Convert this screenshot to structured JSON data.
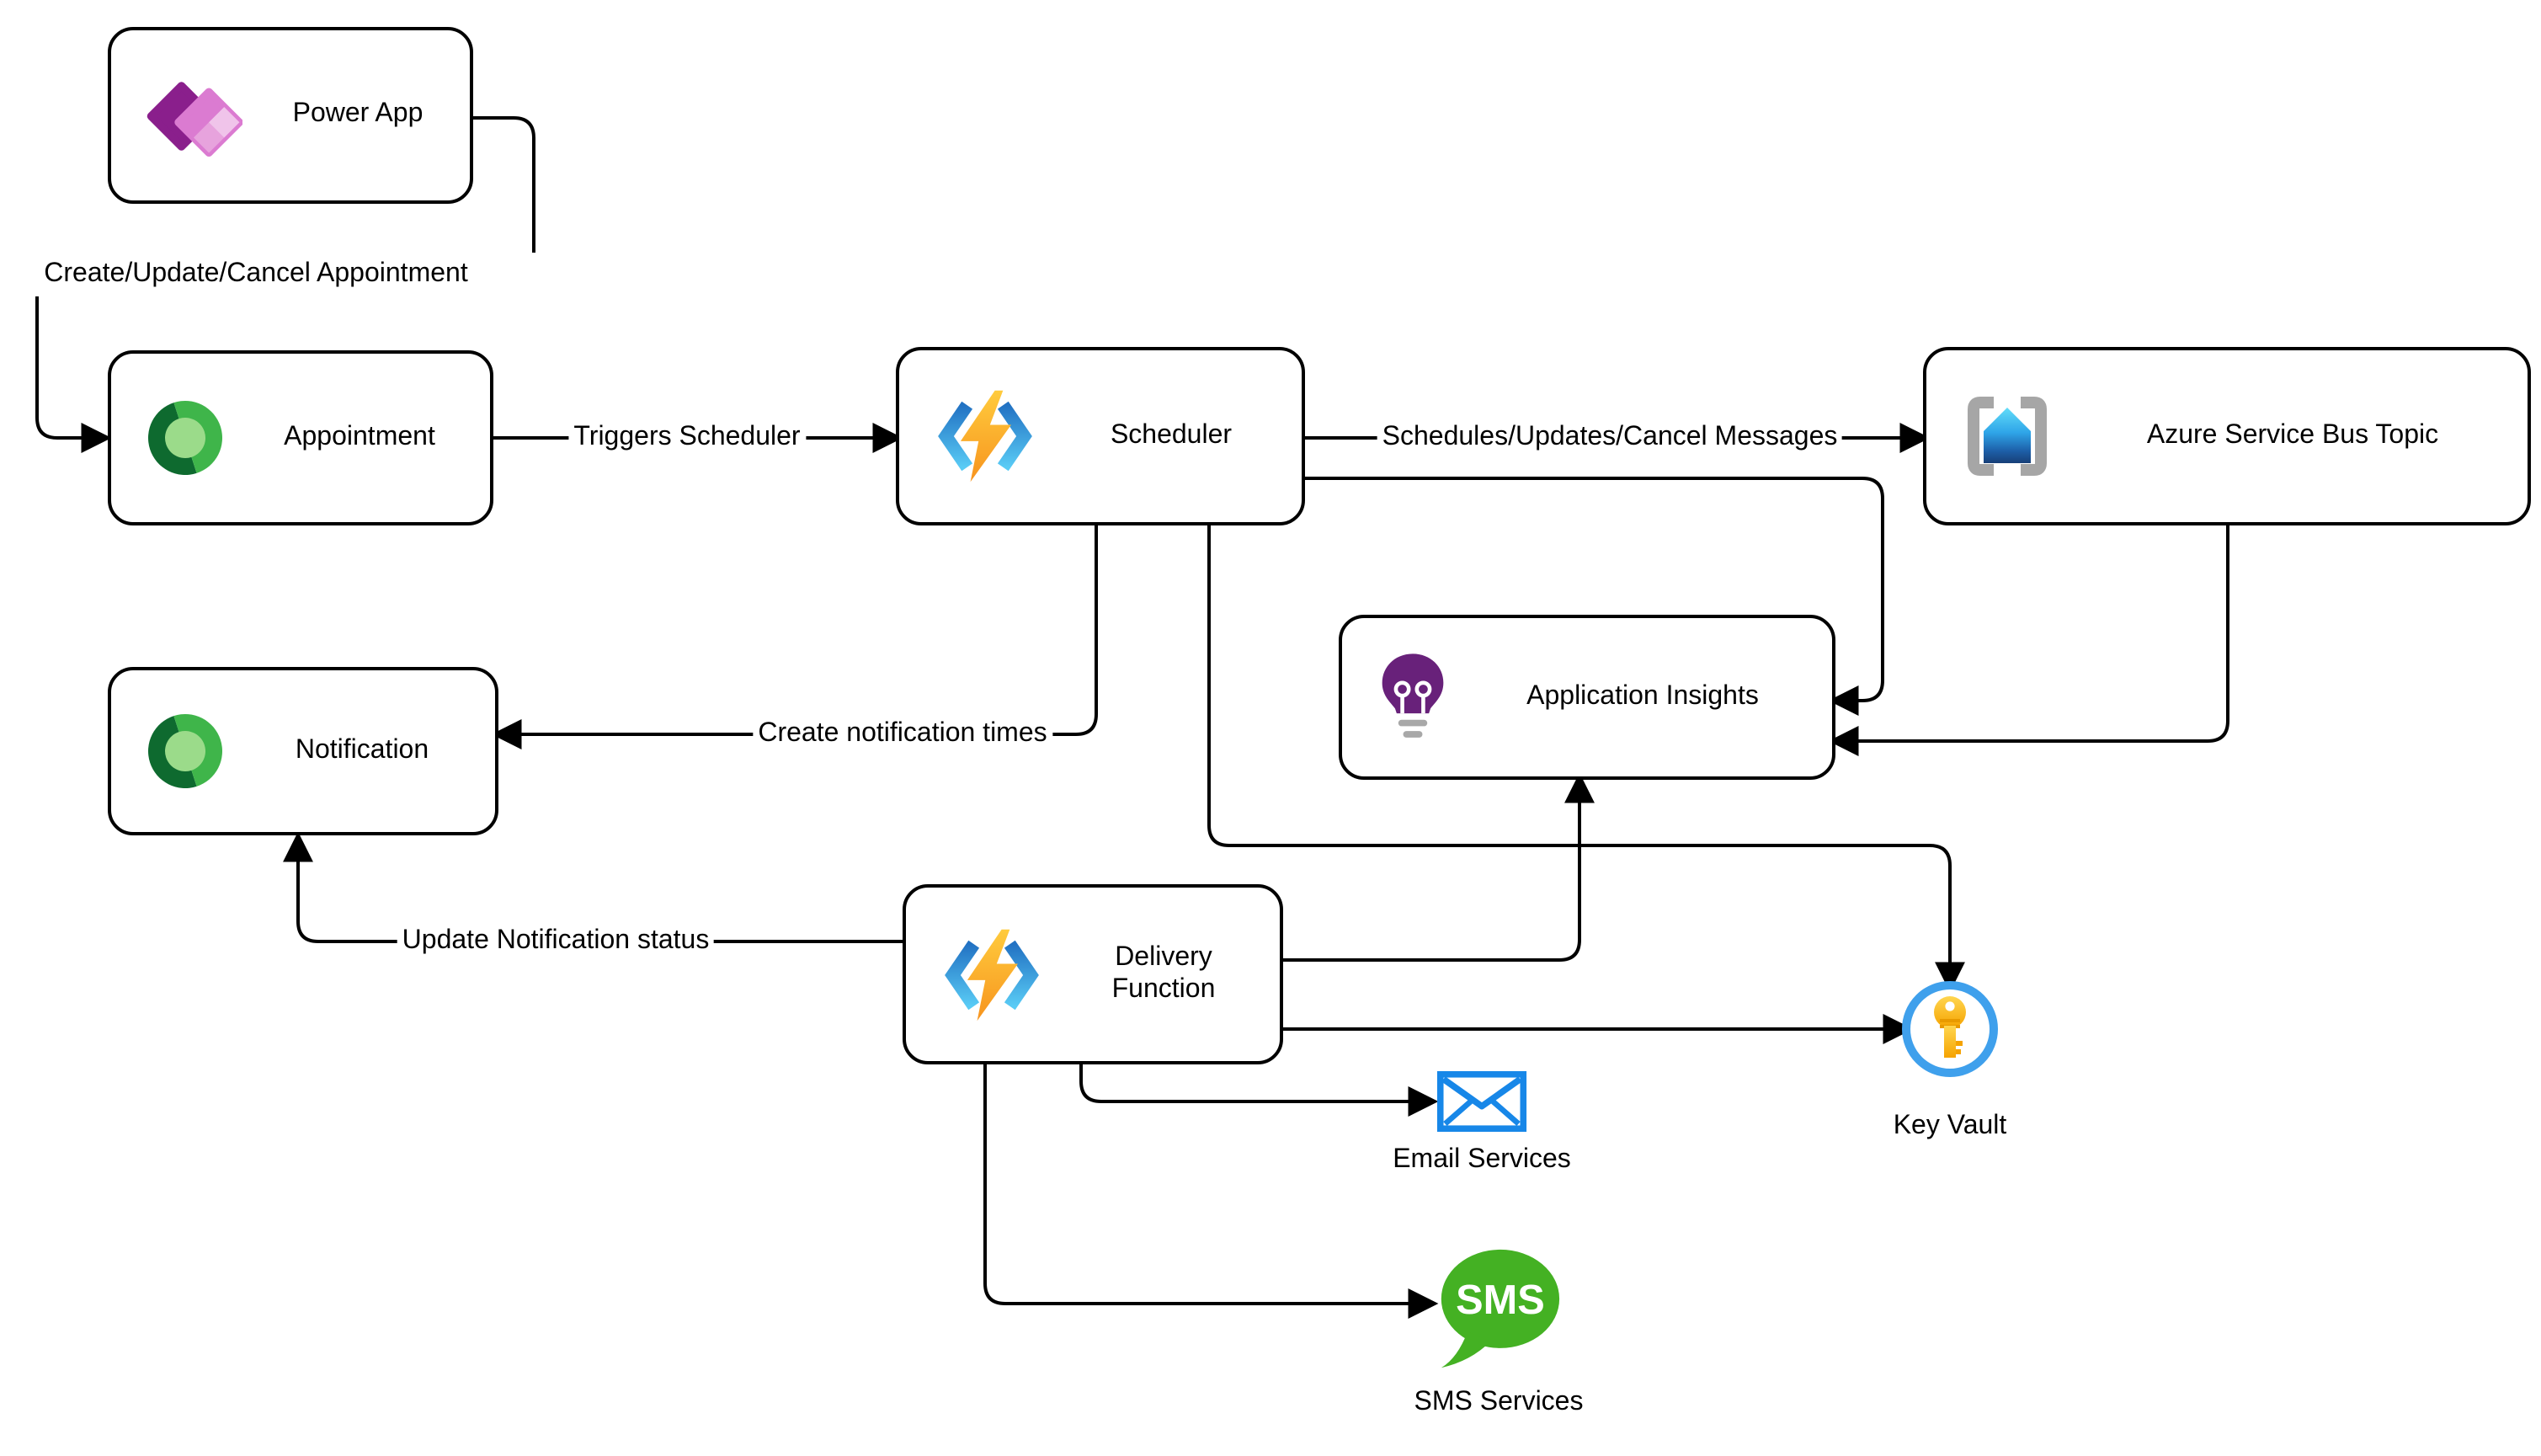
{
  "diagram": {
    "nodes": {
      "power_app": {
        "label": "Power App",
        "icon": "power-apps-icon"
      },
      "appointment": {
        "label": "Appointment",
        "icon": "dataverse-icon"
      },
      "scheduler": {
        "label": "Scheduler",
        "icon": "azure-functions-icon"
      },
      "service_bus": {
        "label": "Azure Service Bus Topic",
        "icon": "service-bus-icon"
      },
      "application_insights": {
        "label": "Application Insights",
        "icon": "application-insights-icon"
      },
      "notification": {
        "label": "Notification",
        "icon": "dataverse-icon"
      },
      "delivery_function": {
        "label": "Delivery Function",
        "icon": "azure-functions-icon"
      },
      "key_vault": {
        "label": "Key Vault",
        "icon": "key-vault-icon"
      },
      "email_services": {
        "label": "Email Services",
        "icon": "email-icon"
      },
      "sms_services": {
        "label": "SMS Services",
        "icon": "sms-icon",
        "bubble_text": "SMS"
      }
    },
    "edge_labels": {
      "create_update_cancel": "Create/Update/Cancel Appointment",
      "triggers_scheduler": "Triggers Scheduler",
      "schedules_messages": "Schedules/Updates/Cancel Messages",
      "create_notification_times": "Create notification times",
      "update_notification_status": "Update Notification status"
    },
    "connections": [
      {
        "from": "power_app",
        "to": "appointment",
        "label": "Create/Update/Cancel Appointment"
      },
      {
        "from": "appointment",
        "to": "scheduler",
        "label": "Triggers Scheduler"
      },
      {
        "from": "scheduler",
        "to": "service_bus",
        "label": "Schedules/Updates/Cancel Messages"
      },
      {
        "from": "scheduler",
        "to": "application_insights",
        "label": ""
      },
      {
        "from": "service_bus",
        "to": "application_insights",
        "label": ""
      },
      {
        "from": "scheduler",
        "to": "notification",
        "label": "Create notification times"
      },
      {
        "from": "scheduler",
        "to": "key_vault",
        "label": ""
      },
      {
        "from": "delivery_function",
        "to": "application_insights",
        "label": ""
      },
      {
        "from": "delivery_function",
        "to": "key_vault",
        "label": ""
      },
      {
        "from": "delivery_function",
        "to": "notification",
        "label": "Update Notification status"
      },
      {
        "from": "delivery_function",
        "to": "email_services",
        "label": ""
      },
      {
        "from": "delivery_function",
        "to": "sms_services",
        "label": ""
      }
    ],
    "colors": {
      "edge": "#000000",
      "node_border": "#000000",
      "power_apps_dark": "#8A1F8C",
      "power_apps_pink": "#DB7BD1",
      "power_apps_light": "#F0C4EA",
      "dataverse_dark": "#0E6A2F",
      "dataverse_green": "#3FB54A",
      "dataverse_light": "#9BDB8A",
      "functions_orange": "#F7941E",
      "functions_yellow": "#FFCB3D",
      "functions_blue": "#2272C3",
      "functions_cyan": "#59CBF5",
      "service_bus_gray": "#A6A6A6",
      "service_bus_cyan": "#62DDF9",
      "service_bus_navy": "#173F77",
      "insights_purple": "#68217A",
      "key_vault_blue": "#3FA0EC",
      "key_vault_gold": "#F5A300",
      "email_blue": "#1787E8",
      "sms_green": "#44B123"
    }
  }
}
